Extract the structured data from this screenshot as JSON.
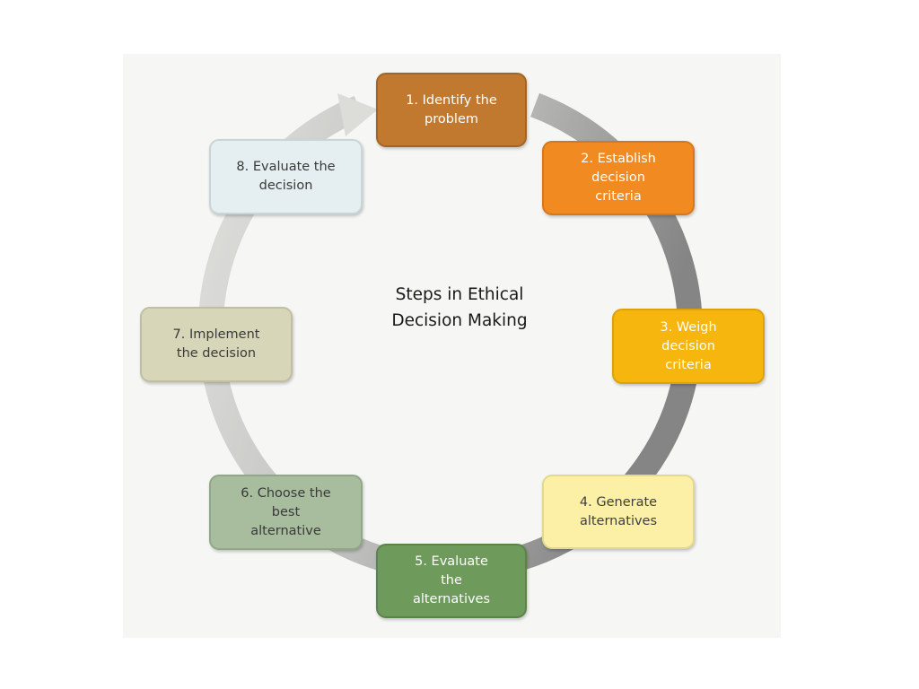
{
  "diagram": {
    "center_title": "Steps in Ethical\nDecision Making",
    "colors": {
      "ring_light": "#d7d7d4",
      "ring_dark": "#8c8c8c",
      "panel_bg": "#f6f6f4"
    },
    "steps": [
      {
        "label": "1. Identify the\nproblem",
        "bg": "#c1792f",
        "border": "#a46426",
        "color": "#ffffff"
      },
      {
        "label": "2. Establish\ndecision\ncriteria",
        "bg": "#f28a22",
        "border": "#d8761a",
        "color": "#ffffff"
      },
      {
        "label": "3. Weigh\ndecision\ncriteria",
        "bg": "#f6b60e",
        "border": "#dba20b",
        "color": "#ffffff"
      },
      {
        "label": "4. Generate\nalternatives",
        "bg": "#fbf0a6",
        "border": "#e3d98e",
        "color": "#3f3f3f"
      },
      {
        "label": "5. Evaluate\nthe\nalternatives",
        "bg": "#6e9a5c",
        "border": "#5b844b",
        "color": "#ffffff"
      },
      {
        "label": "6. Choose the\nbest\nalternative",
        "bg": "#a7bd9e",
        "border": "#91a888",
        "color": "#3a3a3a"
      },
      {
        "label": "7. Implement\nthe decision",
        "bg": "#d8d6b9",
        "border": "#c1bfa2",
        "color": "#3a3a3a"
      },
      {
        "label": "8. Evaluate the\ndecision",
        "bg": "#e5eef0",
        "border": "#c9d6d9",
        "color": "#3a3a3a"
      }
    ]
  }
}
